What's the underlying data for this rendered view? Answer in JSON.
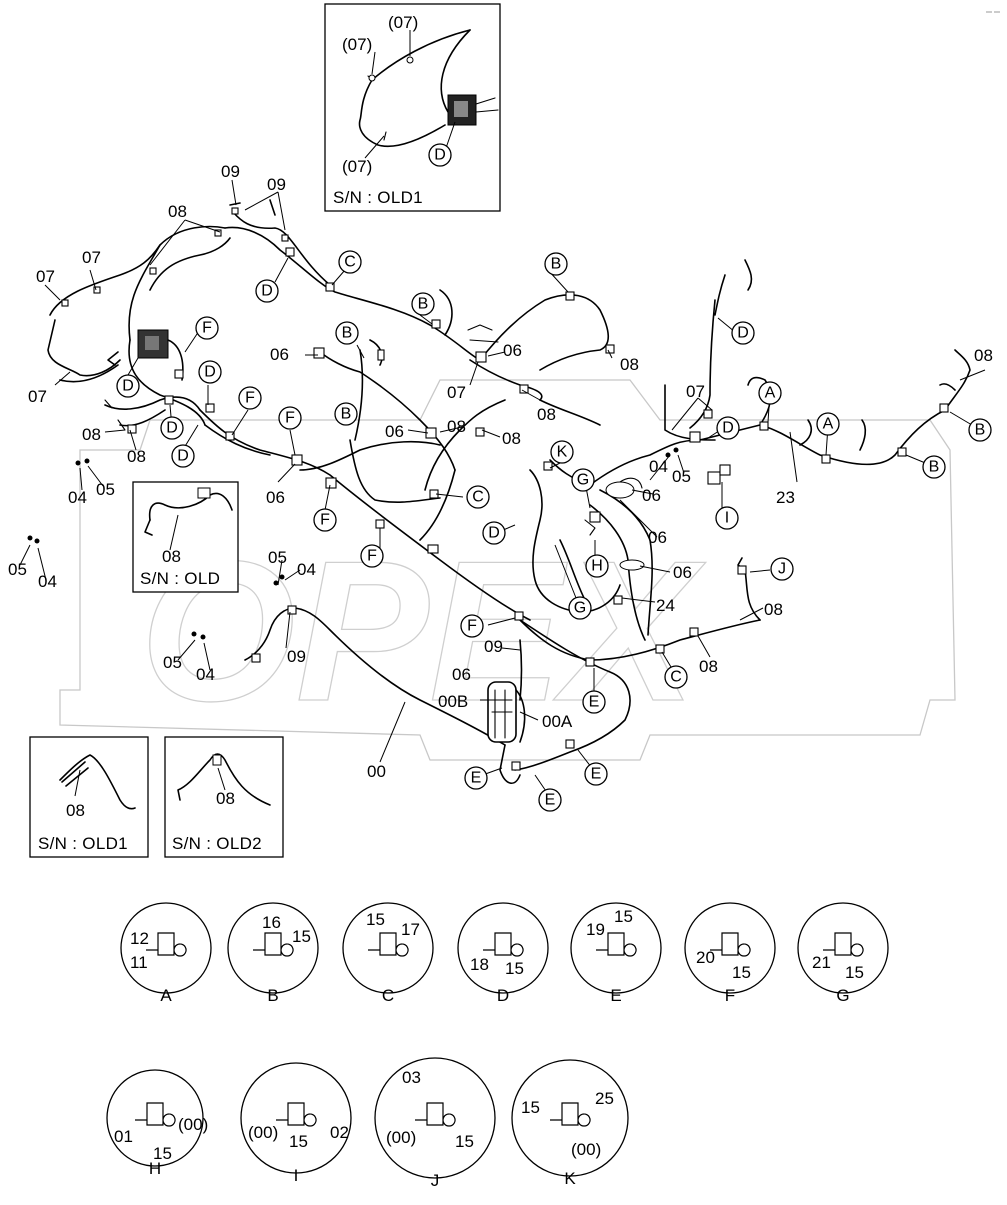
{
  "watermark": "OPEX",
  "inset_old1": {
    "labels": [
      "(07)",
      "(07)",
      "(07)",
      "(07)"
    ],
    "callout": "D",
    "sn": "S/N : OLD1"
  },
  "inset_old": {
    "label": "08",
    "sn": "S/N : OLD"
  },
  "inset_old1_b": {
    "label": "08",
    "sn": "S/N : OLD1"
  },
  "inset_old2": {
    "label": "08",
    "sn": "S/N : OLD2"
  },
  "part_labels": [
    "00",
    "00A",
    "00B",
    "04",
    "05",
    "06",
    "07",
    "08",
    "09",
    "23",
    "24"
  ],
  "callout_letters": [
    "A",
    "B",
    "C",
    "D",
    "E",
    "F",
    "G",
    "H",
    "I",
    "J",
    "K"
  ],
  "details": [
    {
      "letter": "A",
      "parts": [
        "12",
        "11"
      ]
    },
    {
      "letter": "B",
      "parts": [
        "16",
        "15"
      ]
    },
    {
      "letter": "C",
      "parts": [
        "15",
        "17"
      ]
    },
    {
      "letter": "D",
      "parts": [
        "18",
        "15"
      ]
    },
    {
      "letter": "E",
      "parts": [
        "19",
        "15"
      ]
    },
    {
      "letter": "F",
      "parts": [
        "20",
        "15"
      ]
    },
    {
      "letter": "G",
      "parts": [
        "21",
        "15"
      ]
    },
    {
      "letter": "H",
      "parts": [
        "01",
        "15",
        "(00)"
      ]
    },
    {
      "letter": "I",
      "parts": [
        "(00)",
        "15",
        "02"
      ]
    },
    {
      "letter": "J",
      "parts": [
        "03",
        "(00)",
        "15"
      ]
    },
    {
      "letter": "K",
      "parts": [
        "15",
        "25",
        "(00)"
      ]
    }
  ]
}
